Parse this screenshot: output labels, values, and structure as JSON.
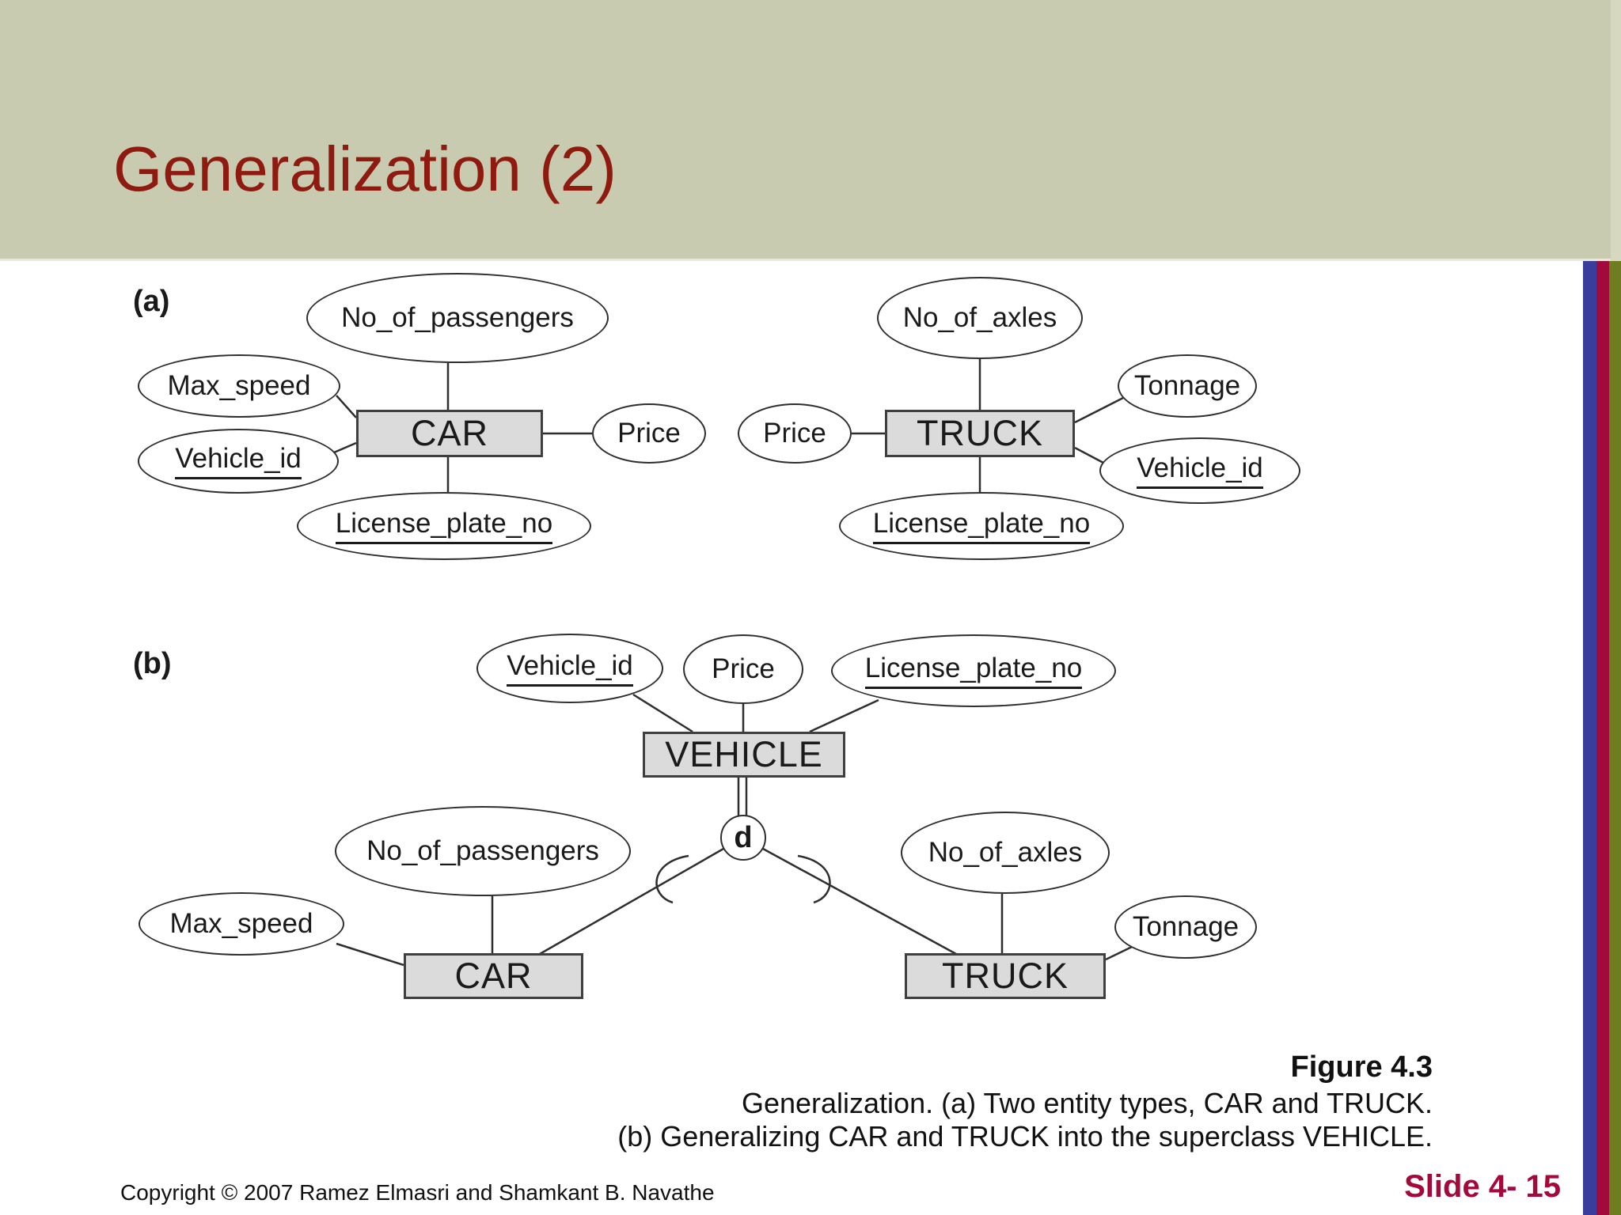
{
  "slide": {
    "title": "Generalization (2)",
    "copyright": "Copyright © 2007 Ramez Elmasri and Shamkant B. Navathe",
    "slide_number": "Slide 4- 15"
  },
  "caption": {
    "figure_label": "Figure 4.3",
    "line1": "Generalization. (a) Two entity types, CAR and TRUCK.",
    "line2": "(b) Generalizing CAR and TRUCK into the superclass VEHICLE."
  },
  "colors": {
    "header_background": "#c8cbaf",
    "title_text": "#8e1a10",
    "stripe_blue": "#3a3d9b",
    "stripe_crimson": "#a20a3c",
    "stripe_olive": "#6e7d20",
    "entity_fill": "#dbdbdb",
    "diagram_line": "#2e2e2e",
    "slide_number_text": "#a20a3c"
  },
  "diagram": {
    "part_a": {
      "label": "(a)",
      "car": {
        "label": "CAR"
      },
      "truck": {
        "label": "TRUCK"
      },
      "attributes": {
        "no_of_passengers": "No_of_passengers",
        "max_speed": "Max_speed",
        "vehicle_id_car": "Vehicle_id",
        "license_plate_no_car": "License_plate_no",
        "price_car": "Price",
        "price_truck": "Price",
        "no_of_axles": "No_of_axles",
        "tonnage": "Tonnage",
        "vehicle_id_truck": "Vehicle_id",
        "license_plate_no_truck": "License_plate_no"
      }
    },
    "part_b": {
      "label": "(b)",
      "vehicle": {
        "label": "VEHICLE"
      },
      "car": {
        "label": "CAR"
      },
      "truck": {
        "label": "TRUCK"
      },
      "circle": {
        "label": "d"
      },
      "attributes": {
        "vehicle_id": "Vehicle_id",
        "price": "Price",
        "license_plate_no": "License_plate_no",
        "no_of_passengers": "No_of_passengers",
        "max_speed": "Max_speed",
        "no_of_axles": "No_of_axles",
        "tonnage": "Tonnage"
      }
    }
  }
}
